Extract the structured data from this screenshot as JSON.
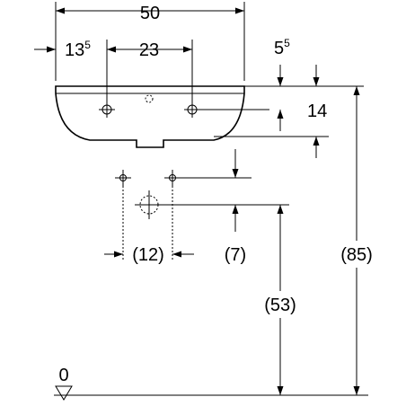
{
  "dimensions": {
    "overall_width": "50",
    "left_offset_main": "13",
    "left_offset_sup": "5",
    "tap_spacing": "23",
    "right_offset_main": "5",
    "right_offset_sup": "5",
    "bowl_depth": "14",
    "overall_height": "(85)",
    "waste_height": "(53)",
    "supply_spacing": "(12)",
    "supply_offset": "(7)",
    "floor_level": "0"
  }
}
